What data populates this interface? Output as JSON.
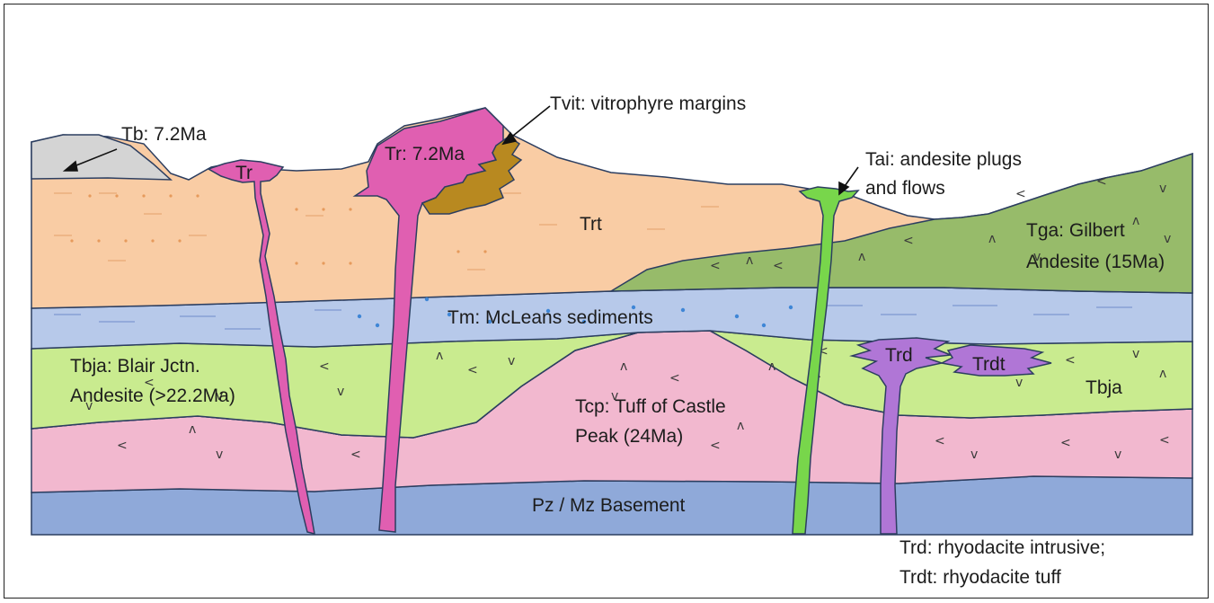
{
  "labels": {
    "tb": "Tb: 7.2Ma",
    "tr_small": "Tr",
    "tr_big": "Tr: 7.2Ma",
    "tvit": "Tvit: vitrophyre margins",
    "trt": "Trt",
    "tai_line1": "Tai: andesite plugs",
    "tai_line2": "and flows",
    "tga_line1": "Tga: Gilbert",
    "tga_line2": "Andesite (15Ma)",
    "tm": "Tm: McLeans sediments",
    "tbja_line1": "Tbja: Blair Jctn.",
    "tbja_line2": "Andesite (>22.2Ma)",
    "tbja_right": "Tbja",
    "tcp_line1": "Tcp: Tuff of Castle",
    "tcp_line2": "Peak (24Ma)",
    "trd": "Trd",
    "trdt": "Trdt",
    "pz": "Pz / Mz Basement",
    "trd_caption_line1": "Trd: rhyodacite intrusive;",
    "trd_caption_line2": "Trdt: rhyodacite tuff"
  },
  "colors": {
    "basement": "#8fa9d9",
    "tcp_pink": "#f2b8cf",
    "tbja_green": "#c9eb8f",
    "tm_blue": "#b7c9ea",
    "trt_peach": "#f9cca4",
    "tga_green": "#97bb6a",
    "tb_gray": "#d4d4d4",
    "tr_magenta": "#e05fb1",
    "tvit_brown": "#b88920",
    "tai_green": "#78d64b",
    "trd_purple": "#b076d6",
    "outline": "#2c3e60"
  }
}
